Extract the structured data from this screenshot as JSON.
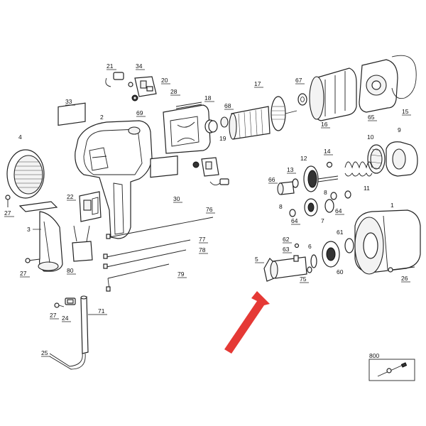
{
  "diagram": {
    "labels": {
      "p1": "1",
      "p2": "2",
      "p3": "3",
      "p4": "4",
      "p5": "5",
      "p6": "6",
      "p7": "7",
      "p8a": "8",
      "p8b": "8",
      "p9": "9",
      "p10": "10",
      "p11": "11",
      "p12": "12",
      "p13": "13",
      "p14": "14",
      "p15": "15",
      "p16": "16",
      "p17": "17",
      "p18": "18",
      "p19": "19",
      "p20": "20",
      "p21": "21",
      "p22": "22",
      "p24": "24",
      "p25": "25",
      "p26": "26",
      "p27a": "27",
      "p27b": "27",
      "p27c": "27",
      "p28": "28",
      "p30": "30",
      "p33": "33",
      "p34": "34",
      "p60": "60",
      "p61": "61",
      "p62": "62",
      "p63": "63",
      "p64a": "64",
      "p64b": "64",
      "p65": "65",
      "p66": "66",
      "p67": "67",
      "p68": "68",
      "p69": "69",
      "p71": "71",
      "p75": "75",
      "p76": "76",
      "p77": "77",
      "p78": "78",
      "p79": "79",
      "p80": "80",
      "p800": "800"
    },
    "colors": {
      "line": "#222222",
      "highlight_arrow": "#e53935",
      "background": "#ffffff"
    }
  }
}
